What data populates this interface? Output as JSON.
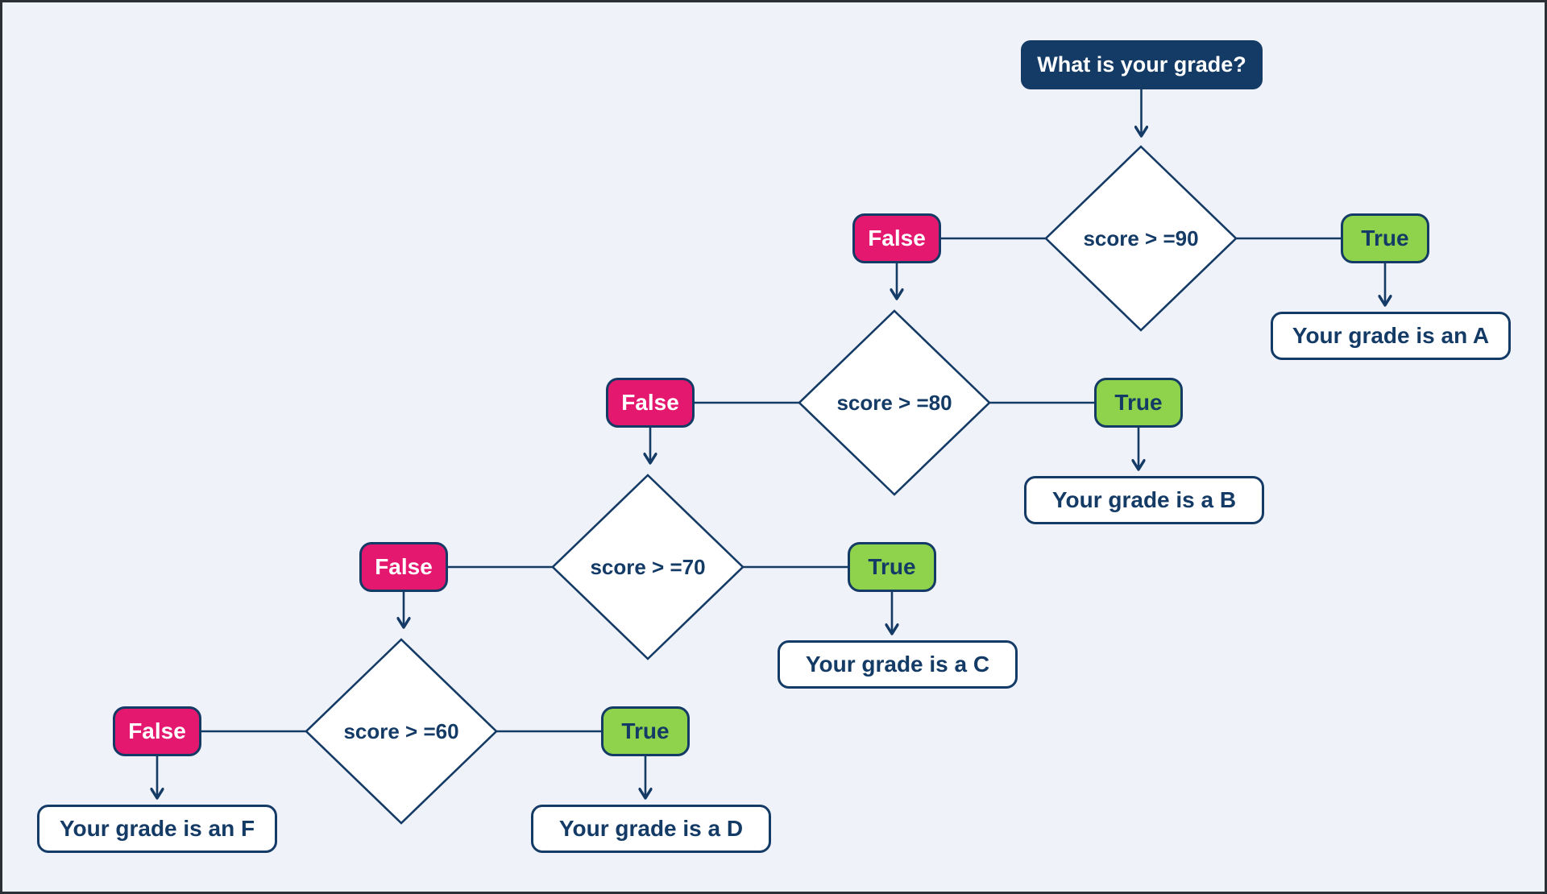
{
  "title": {
    "label": "What is your grade?"
  },
  "branch_labels": {
    "false_label": "False",
    "true_label": "True"
  },
  "decisions": [
    {
      "condition": "score > =90",
      "true_result": "Your grade is an A"
    },
    {
      "condition": "score > =80",
      "true_result": "Your grade is a B"
    },
    {
      "condition": "score > =70",
      "true_result": "Your grade is a C"
    },
    {
      "condition": "score > =60",
      "true_result": "Your grade is a D",
      "false_result": "Your grade is an F"
    }
  ],
  "colors": {
    "navy": "#143A66",
    "pink": "#E5186F",
    "green": "#8FD34C",
    "background": "#EFF2F8",
    "node_fill": "#FFFFFF",
    "frame": "#2B2F36"
  }
}
